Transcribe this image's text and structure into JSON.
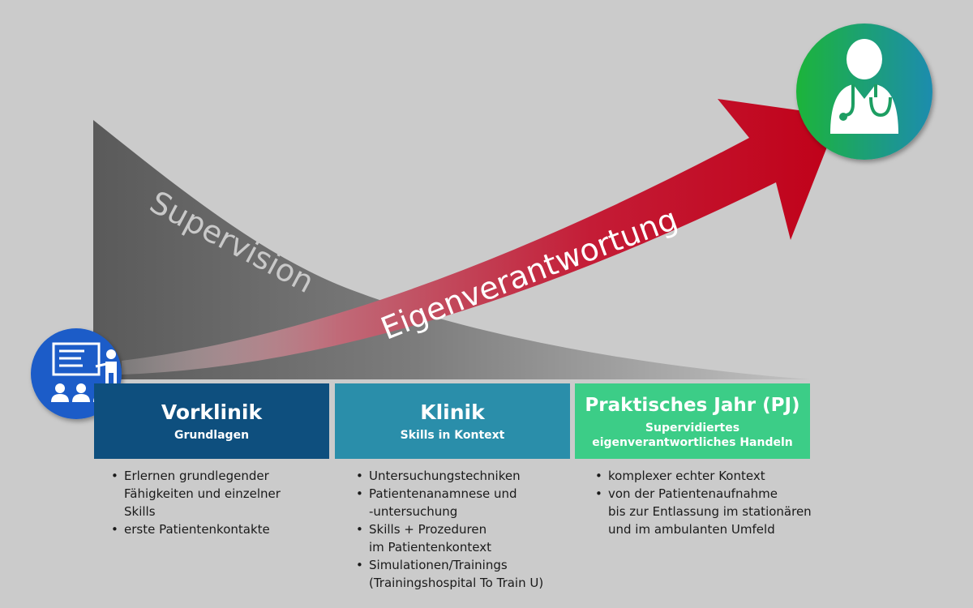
{
  "diagram": {
    "supervision_label": "Supervision",
    "responsibility_label": "Eigenverantwortung",
    "icons": {
      "start": "teacher-presentation-icon",
      "end": "doctor-stethoscope-icon"
    },
    "colors": {
      "background": "#cbcbcb",
      "supervision_dark": "#5a5a5a",
      "arrow_red": "#c00018",
      "vorklinik": "#0e4f7e",
      "klinik": "#2a8eaa",
      "pj": "#3ccd87",
      "start_circle": "#1a5cc8",
      "end_circle_green": "#1db43a",
      "end_circle_teal": "#1e8cae"
    }
  },
  "phases": [
    {
      "title": "Vorklinik",
      "subtitle": "Grundlagen",
      "subtitle2": "",
      "bullets": [
        {
          "l1": "Erlernen grundlegender",
          "l2": "Fähigkeiten und einzelner",
          "l3": "Skills"
        },
        {
          "l1": "erste Patientenkontakte",
          "l2": "",
          "l3": ""
        }
      ]
    },
    {
      "title": "Klinik",
      "subtitle": "Skills in Kontext",
      "subtitle2": "",
      "bullets": [
        {
          "l1": "Untersuchungstechniken",
          "l2": "",
          "l3": ""
        },
        {
          "l1": "Patientenanamnese und",
          "l2": "-untersuchung",
          "l3": ""
        },
        {
          "l1": "Skills + Prozeduren",
          "l2": "im Patientenkontext",
          "l3": ""
        },
        {
          "l1": "Simulationen/Trainings",
          "l2": "(Trainingshospital To Train U)",
          "l3": ""
        }
      ]
    },
    {
      "title": "Praktisches Jahr (PJ)",
      "subtitle": "Supervidiertes",
      "subtitle2": "eigenverantwortliches Handeln",
      "bullets": [
        {
          "l1": "komplexer echter Kontext",
          "l2": "",
          "l3": ""
        },
        {
          "l1": "von der Patientenaufnahme",
          "l2": "bis zur Entlassung im stationären",
          "l3": "und im ambulanten Umfeld"
        }
      ]
    }
  ]
}
